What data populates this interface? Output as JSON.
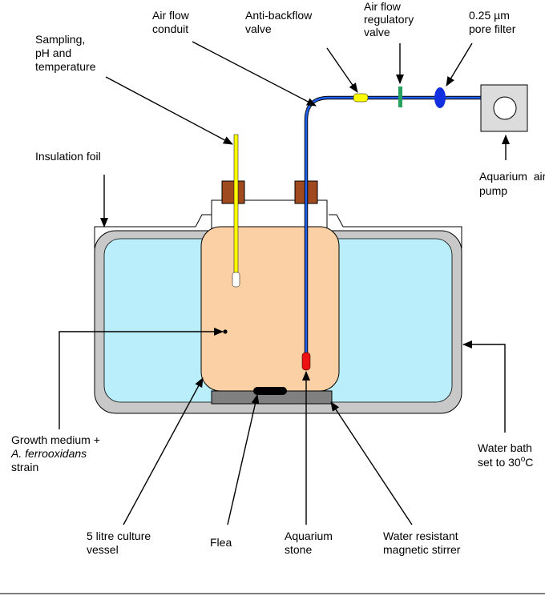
{
  "labels": {
    "air_flow_conduit": [
      "Air flow",
      "conduit"
    ],
    "anti_backflow_valve": [
      "Anti-backflow",
      "valve"
    ],
    "air_flow_regulatory_valve": [
      "Air flow",
      "regulatory",
      "valve"
    ],
    "pore_filter": [
      "0.25 µm",
      "pore filter"
    ],
    "sampling": [
      "Sampling,",
      "pH and",
      "temperature"
    ],
    "insulation_foil": "Insulation foil",
    "aquarium_air_pump": [
      "Aquarium  air",
      "pump"
    ],
    "growth_medium": {
      "line1": "Growth medium +",
      "line2": "A. ferrooxidans",
      "line3": "strain"
    },
    "water_bath": {
      "line1": "Water bath",
      "line2_prefix": "set to 30",
      "degree": "o",
      "unit": "C"
    },
    "culture_vessel": [
      "5 litre culture",
      "vessel"
    ],
    "flea": "Flea",
    "aquarium_stone": [
      "Aquarium",
      "stone"
    ],
    "magnetic_stirrer": [
      "Water resistant",
      "magnetic stirrer"
    ]
  },
  "colors": {
    "water_bath_fill": "#b9eefa",
    "tank_wall": "#c8c8c8",
    "vessel_fill": "#fbd0a4",
    "cap": "#a04a1f",
    "air_line": "#2060f0",
    "probe": "#ffff00",
    "check_valve": "#ffff00",
    "regulatory_valve": "#28a060",
    "filter": "#1030e0",
    "air_stone": "#ee1111",
    "pump": "#dcdcdc",
    "stirrer": "#808080",
    "flea": "#000000"
  }
}
